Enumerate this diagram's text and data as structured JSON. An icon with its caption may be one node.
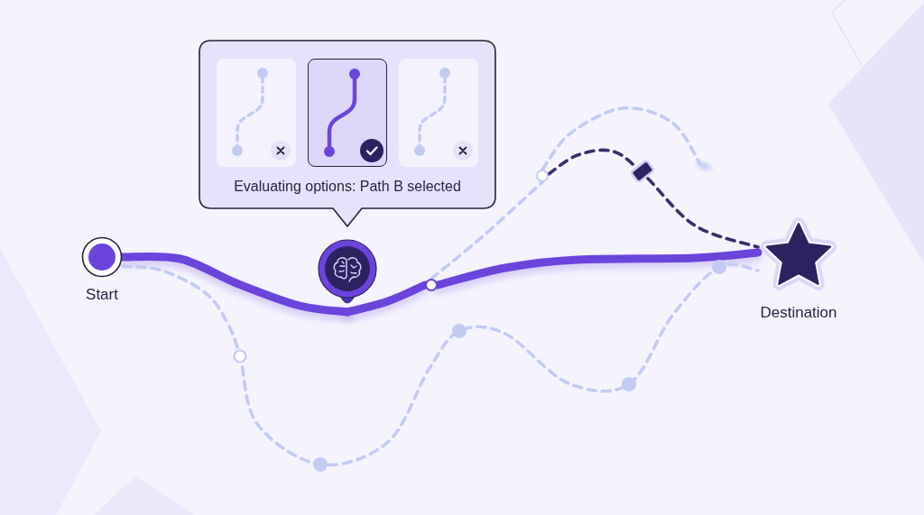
{
  "diagram": {
    "nodes": [
      {
        "text": [
          "Evaluating options: Path B selected"
        ]
      },
      {
        "text": [],
        "shape": "box",
        "in": 0
      },
      {
        "text": [],
        "shape": "box",
        "in": 0
      },
      {
        "text": [],
        "shape": "box",
        "in": 0
      },
      {
        "text": [
          "Start"
        ]
      },
      {
        "text": [],
        "shape": "circle"
      },
      {
        "text": [],
        "shape": "circle"
      },
      {
        "text": [],
        "shape": "circle"
      },
      {
        "text": [
          "Destination"
        ]
      }
    ],
    "edges": [
      {
        "from": 4,
        "to": 5,
        "arrow": "none",
        "style": "thick",
        "color": "#6b44dc"
      },
      {
        "from": 5,
        "to": 6,
        "arrow": "none",
        "style": "thick",
        "color": "#6b44dc"
      },
      {
        "from": 6,
        "to": 8,
        "arrow": "none",
        "style": "thick",
        "color": "#6b44dc"
      },
      {
        "from": 4,
        "to": 8,
        "arrow": "none",
        "style": "dashed",
        "color": "#c3cbf3"
      },
      {
        "from": 6,
        "to": 7,
        "arrow": "none",
        "style": "dashed",
        "color": "#c3cbf3"
      },
      {
        "from": 7,
        "to": null,
        "arrow": "none",
        "style": "dashed",
        "color": "#c3cbf3"
      },
      {
        "from": 7,
        "to": 8,
        "arrow": "none",
        "style": "dashed",
        "color": "#3a2f6b"
      }
    ]
  }
}
